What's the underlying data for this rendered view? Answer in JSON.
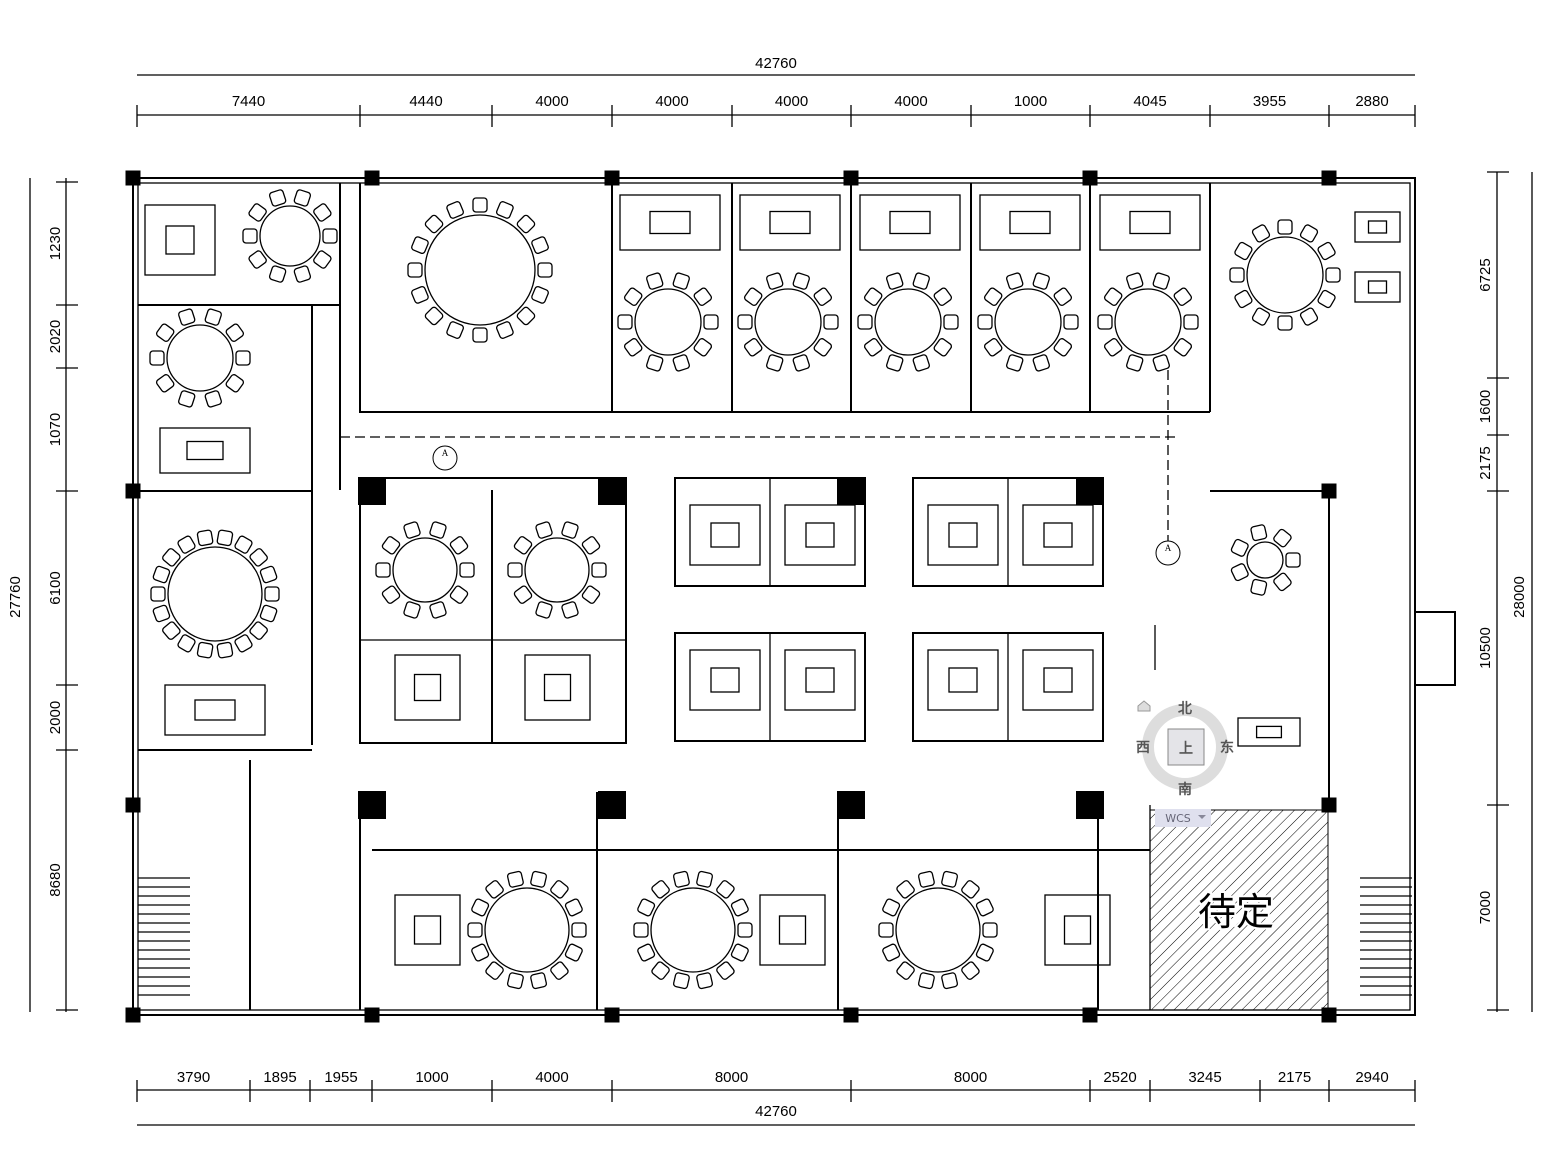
{
  "dimensions": {
    "top_total": "42760",
    "top": [
      "7440",
      "4440",
      "4000",
      "4000",
      "4000",
      "4000",
      "1000",
      "4045",
      "3955",
      "2880"
    ],
    "bottom_total": "42760",
    "bottom": [
      "3790",
      "1895",
      "1955",
      "1000",
      "4000",
      "8000",
      "8000",
      "2520",
      "3245",
      "2175",
      "2940"
    ],
    "left_total": "27760",
    "left": [
      "1230",
      "2020",
      "1070",
      "6100",
      "2000",
      "8680"
    ],
    "right_total": "28000",
    "right": [
      "6725",
      "1600",
      "2175",
      "10500",
      "7000"
    ]
  },
  "annotations": {
    "pending_area": "待定",
    "section_marker_a1": "A",
    "section_marker_a2": "A"
  },
  "viewcube": {
    "north": "北",
    "south": "南",
    "east": "东",
    "west": "西",
    "face": "上",
    "ucs_label": "WCS"
  }
}
